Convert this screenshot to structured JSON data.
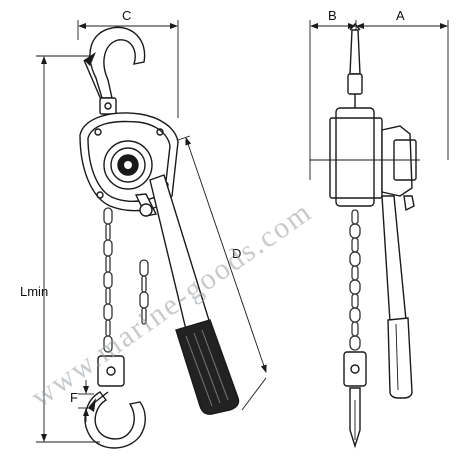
{
  "labels": {
    "c": "C",
    "b": "B",
    "a": "A",
    "d": "D",
    "lmin": "Lmin",
    "f": "F"
  },
  "watermark": "www.marine-goods.com",
  "colors": {
    "line": "#1a1a1a",
    "chain": "#333333",
    "grip": "#222222",
    "fill_light": "#f4f4f4",
    "watermark": "#9aa0a6"
  },
  "views": {
    "front": "front-view",
    "side": "side-view"
  }
}
